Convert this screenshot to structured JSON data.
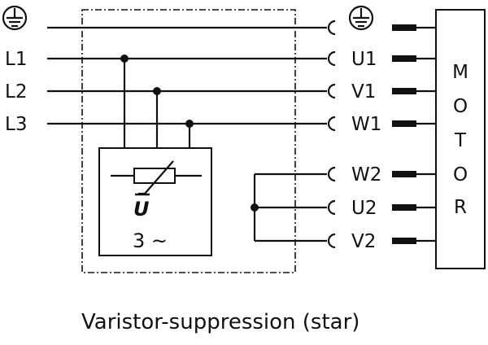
{
  "inputs": {
    "earth": "earth",
    "l1": "L1",
    "l2": "L2",
    "l3": "L3"
  },
  "terminals": {
    "earth": "earth",
    "u1": "U1",
    "v1": "V1",
    "w1": "W1",
    "w2": "W2",
    "u2": "U2",
    "v2": "V2"
  },
  "varistor": {
    "voltage_symbol": "U",
    "phase_label": "3 ~"
  },
  "motor": {
    "letters": [
      "M",
      "O",
      "T",
      "O",
      "R"
    ]
  },
  "caption": "Varistor-suppression (star)"
}
